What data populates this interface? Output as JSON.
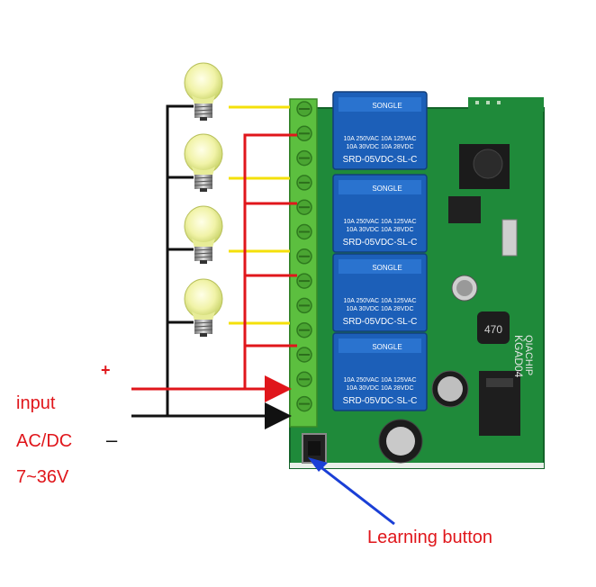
{
  "labels": {
    "plus": "+",
    "input": "input",
    "acdc": "AC/DC",
    "minus": "–",
    "voltage": "7~36V",
    "learning_button": "Learning button"
  },
  "relays": [
    {
      "brand": "SONGLE",
      "line1": "10A 250VAC   10A 125VAC",
      "line2": "10A 30VDC   10A 28VDC",
      "model": "SRD-05VDC-SL-C"
    },
    {
      "brand": "SONGLE",
      "line1": "10A 250VAC   10A 125VAC",
      "line2": "10A 30VDC   10A 28VDC",
      "model": "SRD-05VDC-SL-C"
    },
    {
      "brand": "SONGLE",
      "line1": "10A 250VAC   10A 125VAC",
      "line2": "10A 30VDC   10A 28VDC",
      "model": "SRD-05VDC-SL-C"
    },
    {
      "brand": "SONGLE",
      "line1": "10A 250VAC   10A 125VAC",
      "line2": "10A 30VDC   10A 28VDC",
      "model": "SRD-05VDC-SL-C"
    }
  ],
  "board": {
    "vertical_text": "KGAD04",
    "inductor_text": "470",
    "brand_text": "QIACHIP"
  },
  "colors": {
    "board": "#1f8a3a",
    "terminal": "#5cbf3f",
    "relay": "#1c5fb8",
    "wire_red": "#e0161b",
    "wire_yellow": "#f4e00a",
    "wire_black": "#111111",
    "arrow_blue": "#1a3fd6"
  }
}
